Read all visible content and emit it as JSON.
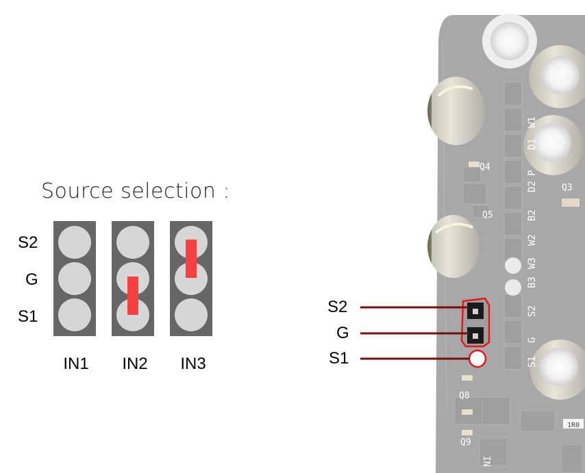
{
  "title": "Source selection :",
  "row_labels": {
    "s2": "S2",
    "g": "G",
    "s1": "S1"
  },
  "inputs": {
    "in1": "IN1",
    "in2": "IN2",
    "in3": "IN3"
  },
  "pcb_labels": {
    "s2": "S2",
    "g": "G",
    "s1": "S1"
  },
  "silkscreen": {
    "q4": "Q4",
    "q5": "Q5",
    "q3": "Q3",
    "q8": "Q8",
    "q9": "Q9",
    "r1": "1R0",
    "in": "IN",
    "pins": [
      "W1",
      "D1",
      "P",
      "D2",
      "B2",
      "W2",
      "W3",
      "B3",
      "S2",
      "G",
      "S1"
    ]
  },
  "colors": {
    "header": "#666666",
    "pin": "#d6d6d6",
    "jumper": "#f44040",
    "callout_line": "#7a0d0d",
    "highlight": "#e01818"
  }
}
